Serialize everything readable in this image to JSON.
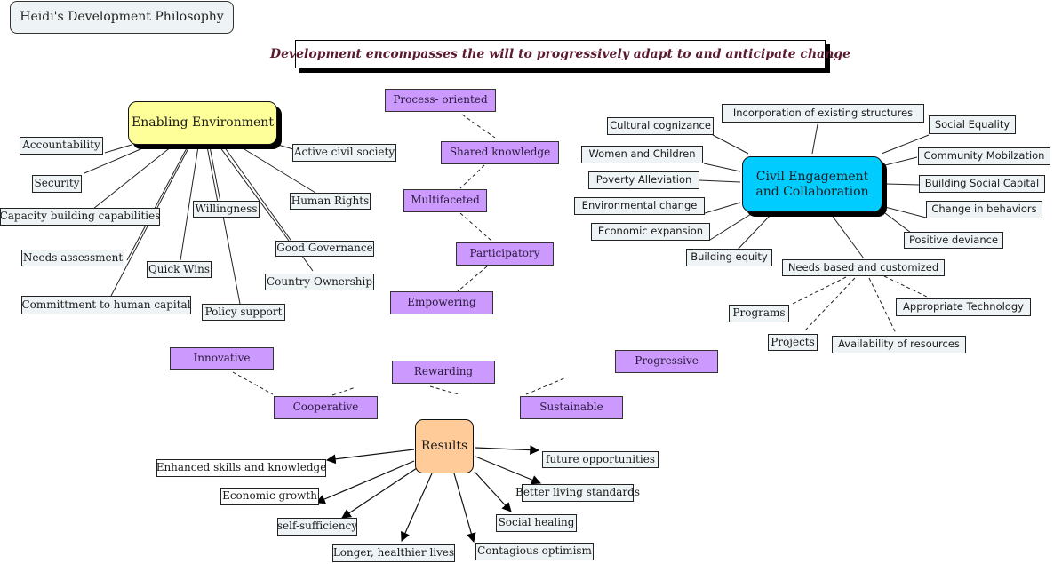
{
  "title": "Heidi's Development Philosophy",
  "banner": "Development encompasses the will to progressively adapt to and anticipate change",
  "colors": {
    "enabling_hub": "#ffff99",
    "civil_hub": "#00ccff",
    "results_hub": "#ffcc99",
    "principle_boxes": "#cc99ff",
    "leaf_boxes": "#eef3f5",
    "banner_text": "#5a1a2e"
  },
  "enabling_environment": {
    "label": "Enabling Environment",
    "children": [
      "Accountability",
      "Security",
      "Capacity building capabilities",
      "Needs assessment",
      "Committment to human capital",
      "Quick Wins",
      "Willingness",
      "Policy support",
      "Active civil society",
      "Human Rights",
      "Good Governance",
      "Country Ownership"
    ]
  },
  "process_chain": [
    "Process- oriented",
    "Shared knowledge",
    "Multifaceted",
    "Participatory",
    "Empowering"
  ],
  "civil_engagement": {
    "label": "Civil Engagement and Collaboration",
    "children": [
      "Cultural cognizance",
      "Incorporation of existing structures",
      "Social Equality",
      "Women and Children",
      "Community Mobilzation",
      "Poverty Alleviation",
      "Building Social Capital",
      "Environmental change",
      "Change in behaviors",
      "Economic expansion",
      "Positive deviance",
      "Building equity",
      "Needs based and customized"
    ],
    "needs_based_children": [
      "Programs",
      "Projects",
      "Availability of resources",
      "Appropriate Technology"
    ]
  },
  "qualities_chain": [
    "Innovative",
    "Cooperative",
    "Rewarding",
    "Sustainable",
    "Progressive"
  ],
  "results": {
    "label": "Results",
    "outcomes": [
      "Enhanced skills and knowledge",
      "Economic growth",
      "self-sufficiency",
      "Longer, healthier lives",
      "Contagious optimism",
      "Social healing",
      "Better living standards",
      "future opportunities"
    ]
  }
}
